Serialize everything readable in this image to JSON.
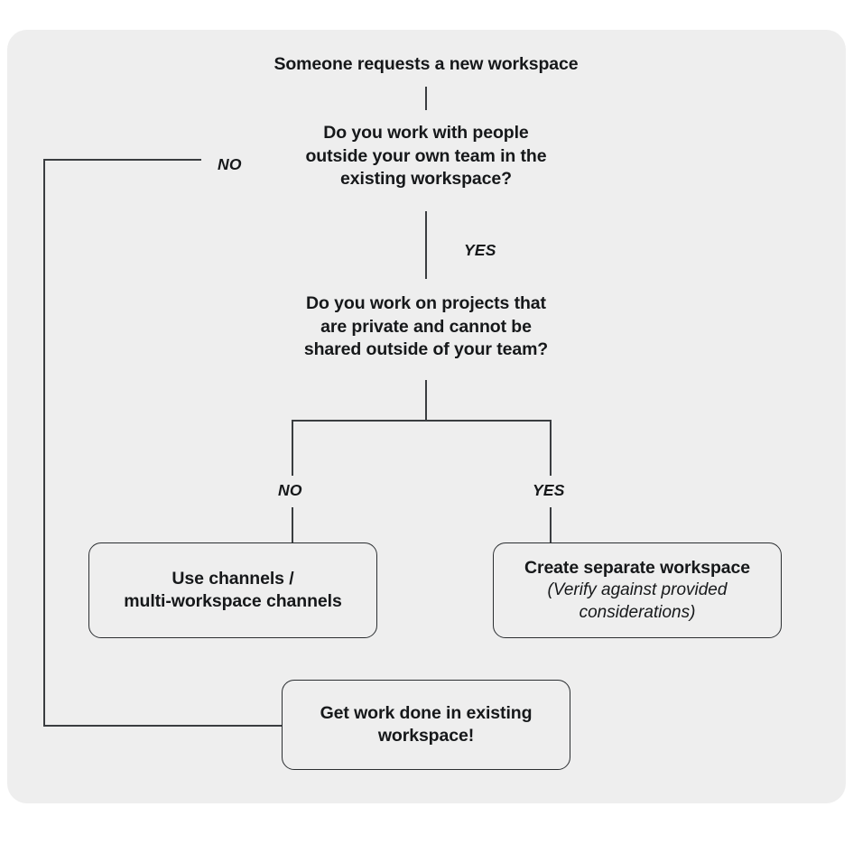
{
  "diagram": {
    "title": "Workspace request decision flowchart",
    "background_color": "#ffffff",
    "panel_color": "#eeeeee",
    "line_color": "#3a3d40",
    "text_color": "#16181a"
  },
  "nodes": {
    "start": "Someone requests a new workspace",
    "question_1": "Do you work with people\noutside your own team in the\nexisting workspace?",
    "question_2": "Do you work on projects that\nare private and cannot be\nshared outside of your team?"
  },
  "outcomes": {
    "channels": {
      "line1": "Use channels /\nmulti-workspace channels"
    },
    "separate_workspace": {
      "line1": "Create separate workspace",
      "line2": "(Verify against provided\nconsiderations)"
    },
    "existing_workspace": {
      "line1": "Get work done in existing\nworkspace!"
    }
  },
  "edge_labels": {
    "q1_no": "NO",
    "q1_yes": "YES",
    "q2_no": "NO",
    "q2_yes": "YES"
  },
  "chart_data": {
    "type": "diagram",
    "title": "Workspace request decision flowchart",
    "nodes": [
      {
        "id": "start",
        "kind": "text",
        "label": "Someone requests a new workspace"
      },
      {
        "id": "q1",
        "kind": "decision",
        "label": "Do you work with people outside your own team in the existing workspace?"
      },
      {
        "id": "q2",
        "kind": "decision",
        "label": "Do you work on projects that are private and cannot be shared outside of your team?"
      },
      {
        "id": "channels",
        "kind": "outcome",
        "label": "Use channels / multi-workspace channels"
      },
      {
        "id": "separate",
        "kind": "outcome",
        "label": "Create separate workspace (Verify against provided considerations)"
      },
      {
        "id": "existing",
        "kind": "outcome",
        "label": "Get work done in existing workspace!"
      }
    ],
    "edges": [
      {
        "from": "start",
        "to": "q1",
        "label": ""
      },
      {
        "from": "q1",
        "to": "existing",
        "label": "NO"
      },
      {
        "from": "q1",
        "to": "q2",
        "label": "YES"
      },
      {
        "from": "q2",
        "to": "channels",
        "label": "NO"
      },
      {
        "from": "q2",
        "to": "separate",
        "label": "YES"
      }
    ]
  }
}
